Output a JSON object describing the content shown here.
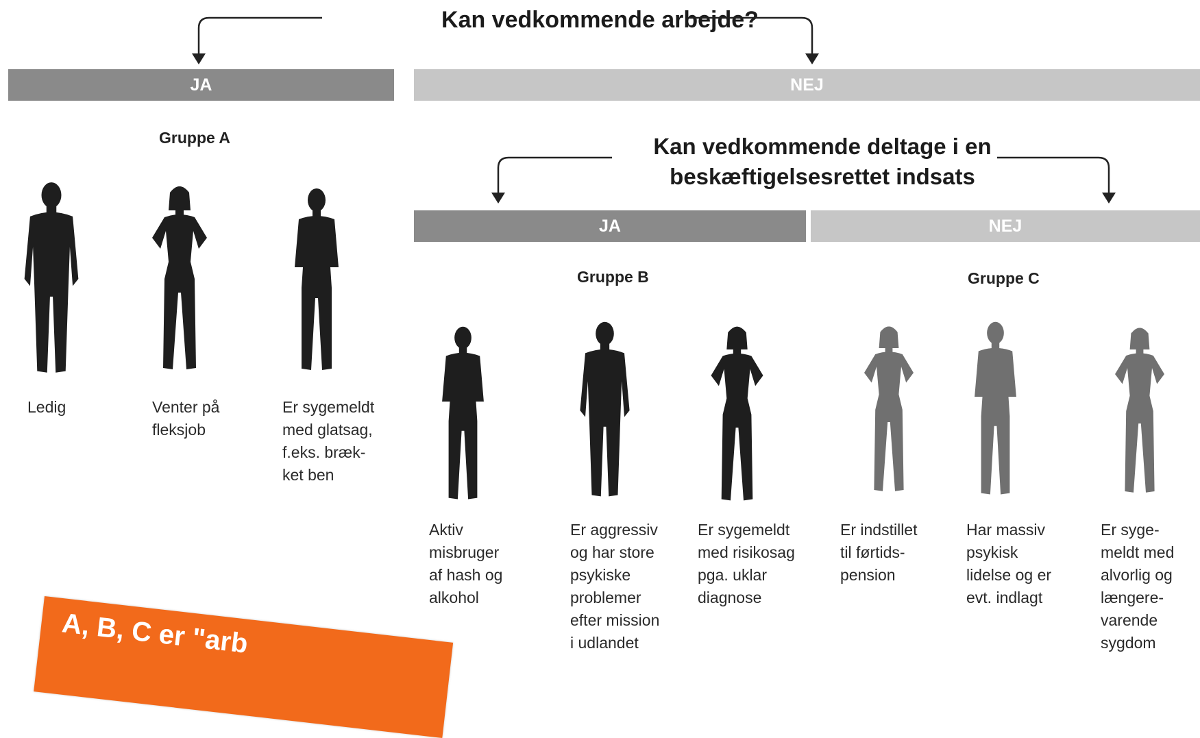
{
  "question1": "Kan vedkommende arbejde?",
  "question2": "Kan vedkommende deltage i en beskæftigelsesrettet indsats",
  "bars": {
    "top_yes": "JA",
    "top_no": "NEJ",
    "sub_yes": "JA",
    "sub_no": "NEJ"
  },
  "groups": {
    "a": "Gruppe A",
    "b": "Gruppe B",
    "c": "Gruppe C"
  },
  "captions": {
    "a1": "Ledig",
    "a2": "Venter på\nfleksjob",
    "a3": "Er sygemeldt\nmed glatsag,\nf.eks. bræk-\nket ben",
    "b1": "Aktiv\nmisbruger\naf hash og\nalkohol",
    "b2": "Er aggressiv\nog har store\npsykiske\nproblemer\nefter mission\ni udlandet",
    "b3": "Er sygemeldt\nmed risikosag\npga. uklar\ndiagnose",
    "c1": "Er indstillet\ntil førtids-\npension",
    "c2": "Har massiv\npsykisk\nlidelse og er\nevt. indlagt",
    "c3": "Er syge-\nmeldt med\nalvorlig og\nlængere-\nvarende\nsygdom"
  },
  "banner": "A, B, C er \"arb",
  "colors": {
    "bar_dark": "#8a8a8a",
    "bar_light": "#c6c6c6",
    "figure_dark": "#1e1e1e",
    "figure_grey": "#707070",
    "banner": "#f26a1b"
  },
  "icons": {
    "figure": "person-silhouette-icon",
    "arrow": "arrow-down-icon"
  }
}
